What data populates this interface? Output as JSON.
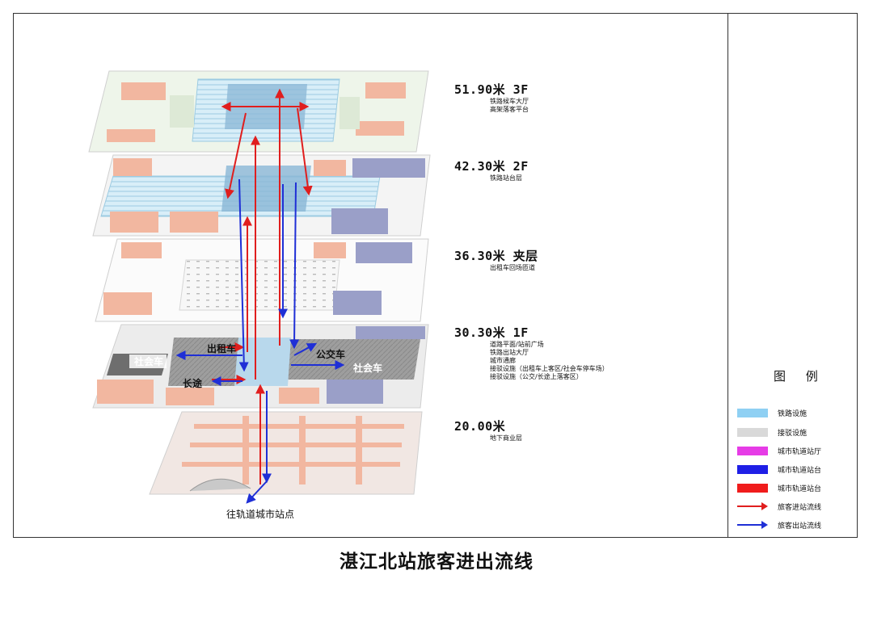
{
  "levels": [
    {
      "height": "51.90米 3F",
      "desc": [
        "铁路候车大厅",
        "高架落客平台"
      ]
    },
    {
      "height": "42.30米 2F",
      "desc": [
        "铁路站台层"
      ]
    },
    {
      "height": "36.30米 夹层",
      "desc": [
        "出租车回场匝道"
      ]
    },
    {
      "height": "30.30米 1F",
      "desc": [
        "道路平面/站前广场",
        "铁路出站大厅",
        "城市通廊",
        "接驳设施（出租车上客区/社会车停车场）",
        "接驳设施（公交/长途上落客区）"
      ]
    },
    {
      "height": "20.00米",
      "desc": [
        "地下商业层"
      ]
    }
  ],
  "diagram_labels": {
    "taxi": "出租车",
    "social_left": "社会车",
    "social_right": "社会车",
    "bus": "公交车",
    "longdistance": "长途",
    "metro": "往轨道城市站点"
  },
  "legend": {
    "title": "图 例",
    "items": [
      {
        "label": "铁路设施",
        "color": "#8fd0f3",
        "kind": "swatch"
      },
      {
        "label": "接驳设施",
        "color": "#d9d9d9",
        "kind": "swatch"
      },
      {
        "label": "城市轨道站厅",
        "color": "#e63ce6",
        "kind": "swatch"
      },
      {
        "label": "城市轨道站台",
        "color": "#1f1fe6",
        "kind": "swatch"
      },
      {
        "label": "城市轨道站台",
        "color": "#f01c1c",
        "kind": "swatch"
      },
      {
        "label": "旅客进站流线",
        "color": "#e01e1e",
        "kind": "arrow"
      },
      {
        "label": "旅客出站流线",
        "color": "#1f2fd6",
        "kind": "arrow"
      }
    ]
  },
  "caption": "湛江北站旅客进出流线",
  "colors": {
    "inbound": "#e01e1e",
    "outbound": "#1f2fd6",
    "platform": "#f2b7a0",
    "rail": "#bfe3f5",
    "transfer": "#bdbdbd"
  }
}
